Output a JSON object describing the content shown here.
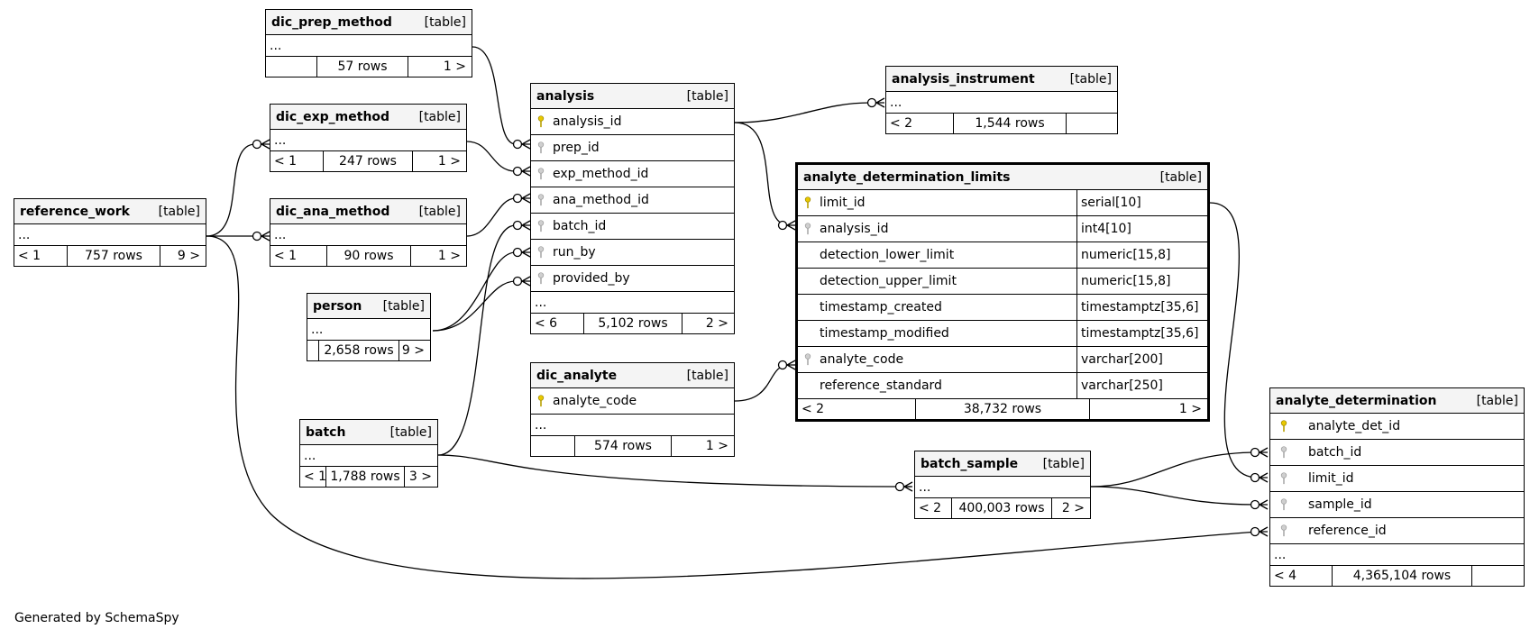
{
  "footer": "Generated by SchemaSpy",
  "tables": {
    "dic_prep_method": {
      "name": "dic_prep_method",
      "kind": "[table]",
      "ellipsis": "...",
      "footer": {
        "left": "",
        "mid": "57 rows",
        "right": "1 >"
      }
    },
    "dic_exp_method": {
      "name": "dic_exp_method",
      "kind": "[table]",
      "ellipsis": "...",
      "footer": {
        "left": "< 1",
        "mid": "247 rows",
        "right": "1 >"
      }
    },
    "dic_ana_method": {
      "name": "dic_ana_method",
      "kind": "[table]",
      "ellipsis": "...",
      "footer": {
        "left": "< 1",
        "mid": "90 rows",
        "right": "1 >"
      }
    },
    "reference_work": {
      "name": "reference_work",
      "kind": "[table]",
      "ellipsis": "...",
      "footer": {
        "left": "< 1",
        "mid": "757 rows",
        "right": "9 >"
      }
    },
    "person": {
      "name": "person",
      "kind": "[table]",
      "ellipsis": "...",
      "footer": {
        "left": "",
        "mid": "2,658 rows",
        "right": "9 >"
      }
    },
    "batch": {
      "name": "batch",
      "kind": "[table]",
      "ellipsis": "...",
      "footer": {
        "left": "< 1",
        "mid": "1,788 rows",
        "right": "3 >"
      }
    },
    "analysis": {
      "name": "analysis",
      "kind": "[table]",
      "ellipsis": "...",
      "columns": [
        "analysis_id",
        "prep_id",
        "exp_method_id",
        "ana_method_id",
        "batch_id",
        "run_by",
        "provided_by"
      ],
      "keys": [
        "pk",
        "fk",
        "fk",
        "fk",
        "fk",
        "fk",
        "fk"
      ],
      "footer": {
        "left": "< 6",
        "mid": "5,102 rows",
        "right": "2 >"
      }
    },
    "dic_analyte": {
      "name": "dic_analyte",
      "kind": "[table]",
      "ellipsis": "...",
      "columns": [
        "analyte_code"
      ],
      "keys": [
        "pk"
      ],
      "footer": {
        "left": "",
        "mid": "574 rows",
        "right": "1 >"
      }
    },
    "analysis_instrument": {
      "name": "analysis_instrument",
      "kind": "[table]",
      "ellipsis": "...",
      "footer": {
        "left": "< 2",
        "mid": "1,544 rows",
        "right": ""
      }
    },
    "analyte_determination_limits": {
      "name": "analyte_determination_limits",
      "kind": "[table]",
      "columns": [
        "limit_id",
        "analysis_id",
        "detection_lower_limit",
        "detection_upper_limit",
        "timestamp_created",
        "timestamp_modified",
        "analyte_code",
        "reference_standard"
      ],
      "types": [
        "serial[10]",
        "int4[10]",
        "numeric[15,8]",
        "numeric[15,8]",
        "timestamptz[35,6]",
        "timestamptz[35,6]",
        "varchar[200]",
        "varchar[250]"
      ],
      "keys": [
        "pk",
        "fk",
        "",
        "",
        "",
        "",
        "fk",
        ""
      ],
      "footer": {
        "left": "< 2",
        "mid": "38,732 rows",
        "right": "1 >"
      }
    },
    "batch_sample": {
      "name": "batch_sample",
      "kind": "[table]",
      "ellipsis": "...",
      "footer": {
        "left": "< 2",
        "mid": "400,003 rows",
        "right": "2 >"
      }
    },
    "analyte_determination": {
      "name": "analyte_determination",
      "kind": "[table]",
      "ellipsis": "...",
      "columns": [
        "analyte_det_id",
        "batch_id",
        "limit_id",
        "sample_id",
        "reference_id"
      ],
      "keys": [
        "pk",
        "fk",
        "fk",
        "fk",
        "fk"
      ],
      "footer": {
        "left": "< 4",
        "mid": "4,365,104 rows",
        "right": ""
      }
    }
  },
  "relationships": [
    {
      "from": "dic_prep_method",
      "to": "analysis.prep_id"
    },
    {
      "from": "dic_exp_method",
      "to": "analysis.exp_method_id"
    },
    {
      "from": "dic_ana_method",
      "to": "analysis.ana_method_id"
    },
    {
      "from": "batch",
      "to": "analysis.batch_id"
    },
    {
      "from": "person",
      "to": "analysis.run_by"
    },
    {
      "from": "person",
      "to": "analysis.provided_by"
    },
    {
      "from": "reference_work",
      "to": "dic_exp_method"
    },
    {
      "from": "reference_work",
      "to": "dic_ana_method"
    },
    {
      "from": "reference_work",
      "to": "analyte_determination.reference_id"
    },
    {
      "from": "analysis.analysis_id",
      "to": "analysis_instrument"
    },
    {
      "from": "analysis.analysis_id",
      "to": "analyte_determination_limits.analysis_id"
    },
    {
      "from": "dic_analyte.analyte_code",
      "to": "analyte_determination_limits.analyte_code"
    },
    {
      "from": "batch",
      "to": "batch_sample"
    },
    {
      "from": "batch_sample",
      "to": "analyte_determination.batch_id"
    },
    {
      "from": "batch_sample",
      "to": "analyte_determination.sample_id"
    },
    {
      "from": "analyte_determination_limits.limit_id",
      "to": "analyte_determination.limit_id"
    }
  ]
}
